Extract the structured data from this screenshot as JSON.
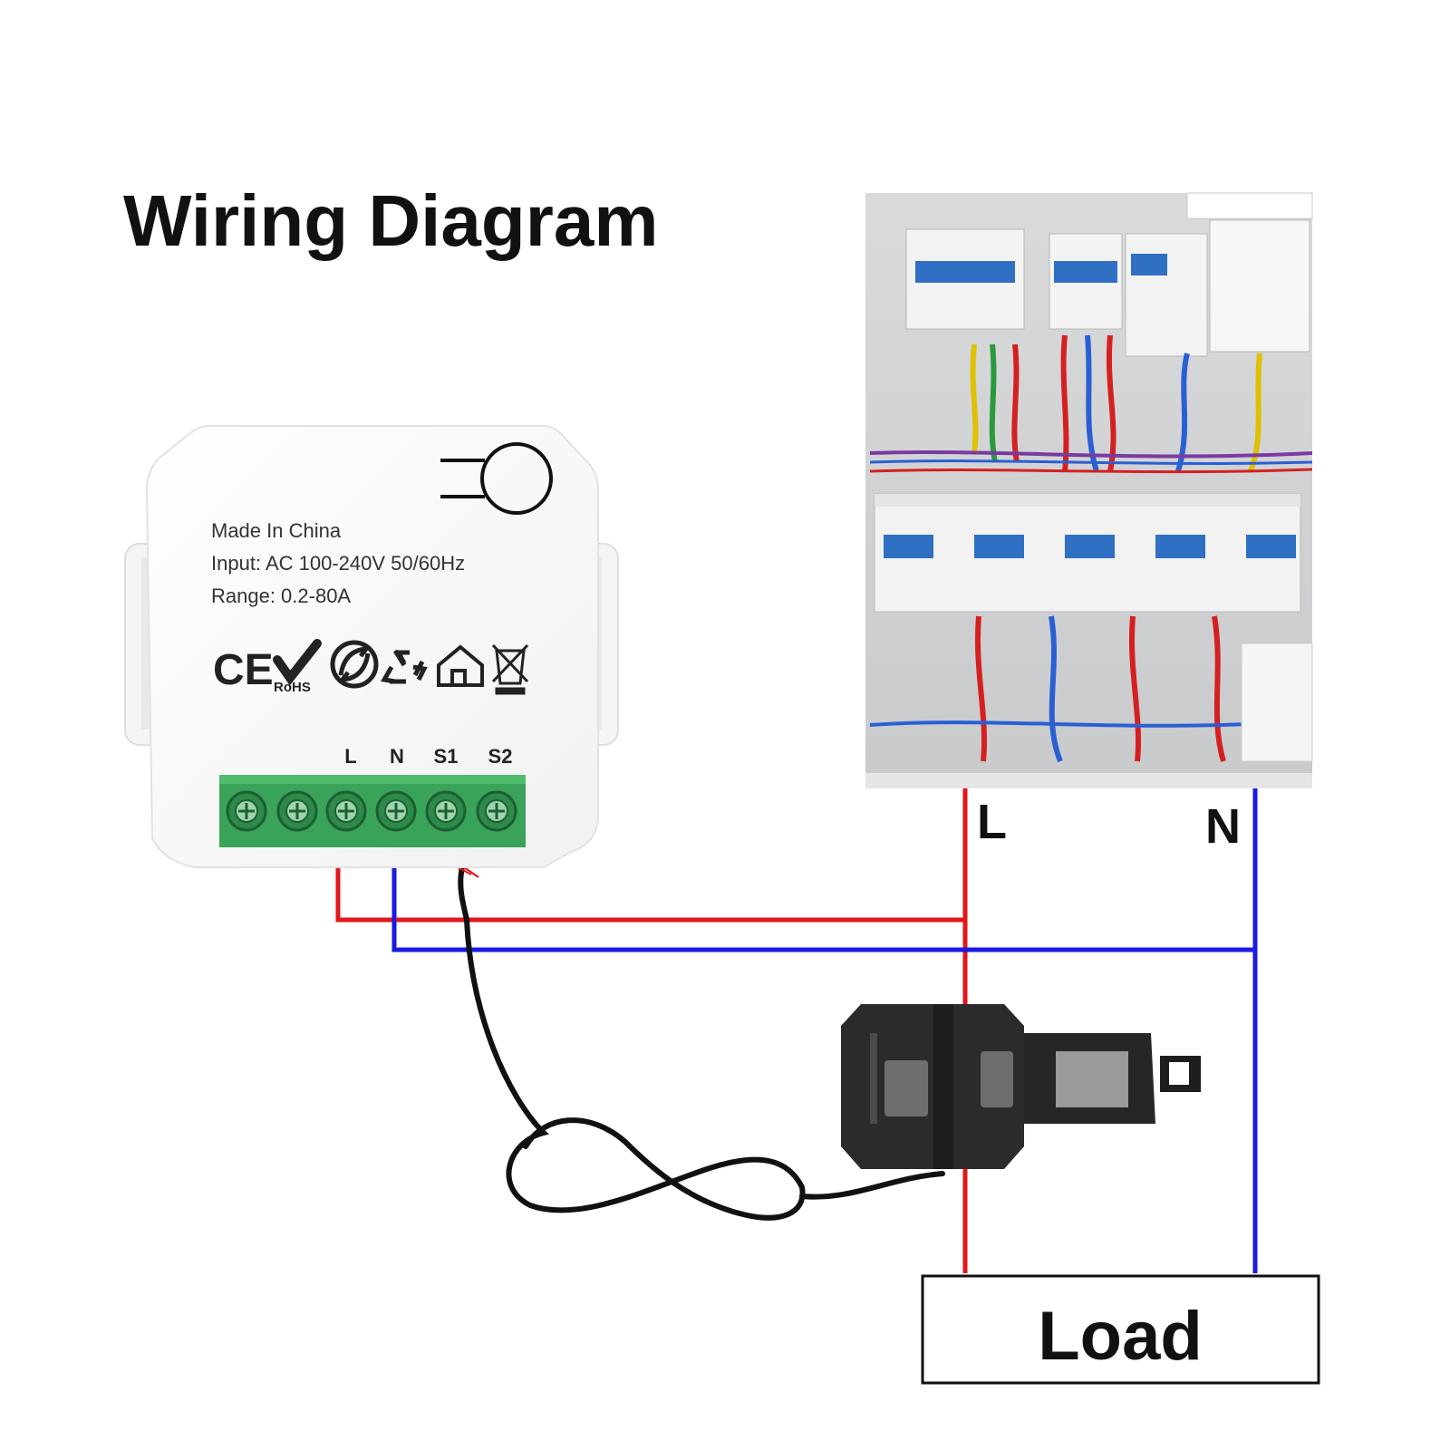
{
  "title": "Wiring Diagram",
  "device": {
    "label_lines": [
      "Made In China",
      "Input: AC 100-240V 50/60Hz",
      "Range: 0.2-80A"
    ],
    "certifications": {
      "ce": "CE",
      "rohs": "RoHS"
    },
    "terminals": [
      "L",
      "N",
      "S1",
      "S2"
    ],
    "terminal_color": "#3aa35a"
  },
  "bus": {
    "live_label": "L",
    "neutral_label": "N",
    "live_color": "#e3161b",
    "neutral_color": "#1a1ae0"
  },
  "load_label": "Load",
  "icons": [
    "ce-mark-icon",
    "rohs-check-icon",
    "green-dot-icon",
    "recycle-icon",
    "house-icon",
    "weee-bin-icon",
    "pairing-button-icon"
  ]
}
